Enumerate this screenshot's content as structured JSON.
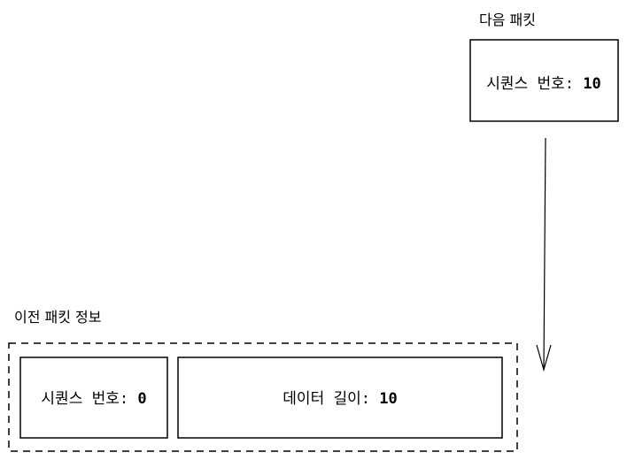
{
  "next_packet": {
    "title": "다음 패킷",
    "field_label": "시퀀스 번호: ",
    "field_value": "10"
  },
  "prev_packet": {
    "title": "이전 패킷 정보",
    "seq_label": "시퀀스 번호: ",
    "seq_value": "0",
    "len_label": "데이터 길이: ",
    "len_value": "10"
  }
}
